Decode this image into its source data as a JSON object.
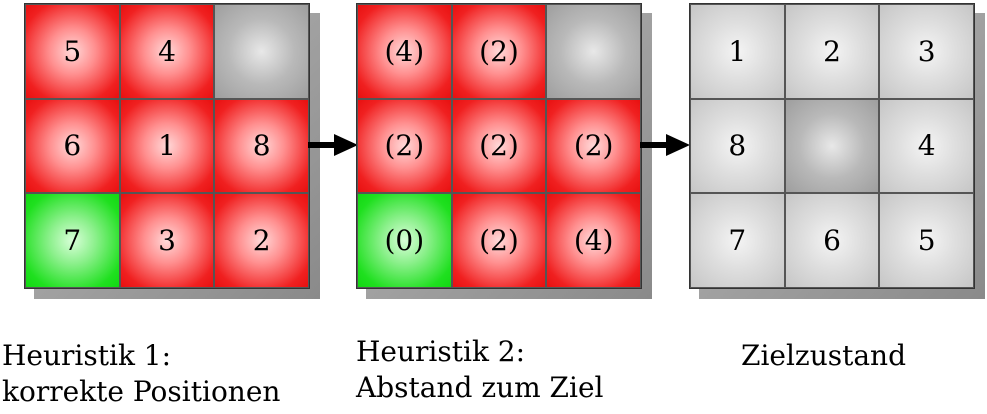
{
  "boards": [
    {
      "tiles": [
        {
          "label": "5",
          "color": "red"
        },
        {
          "label": "4",
          "color": "red"
        },
        {
          "label": "",
          "color": "blank"
        },
        {
          "label": "6",
          "color": "red"
        },
        {
          "label": "1",
          "color": "red"
        },
        {
          "label": "8",
          "color": "red"
        },
        {
          "label": "7",
          "color": "green"
        },
        {
          "label": "3",
          "color": "red"
        },
        {
          "label": "2",
          "color": "red"
        }
      ],
      "caption_line1": "Heuristik 1:",
      "caption_line2": "korrekte Positionen"
    },
    {
      "tiles": [
        {
          "label": "(4)",
          "color": "red"
        },
        {
          "label": "(2)",
          "color": "red"
        },
        {
          "label": "",
          "color": "blank"
        },
        {
          "label": "(2)",
          "color": "red"
        },
        {
          "label": "(2)",
          "color": "red"
        },
        {
          "label": "(2)",
          "color": "red"
        },
        {
          "label": "(0)",
          "color": "green"
        },
        {
          "label": "(2)",
          "color": "red"
        },
        {
          "label": "(4)",
          "color": "red"
        }
      ],
      "caption_line1": "Heuristik 2:",
      "caption_line2": "Abstand zum Ziel"
    },
    {
      "tiles": [
        {
          "label": "1",
          "color": "gray"
        },
        {
          "label": "2",
          "color": "gray"
        },
        {
          "label": "3",
          "color": "gray"
        },
        {
          "label": "8",
          "color": "gray"
        },
        {
          "label": "",
          "color": "blank"
        },
        {
          "label": "4",
          "color": "gray"
        },
        {
          "label": "7",
          "color": "gray"
        },
        {
          "label": "6",
          "color": "gray"
        },
        {
          "label": "5",
          "color": "gray"
        }
      ],
      "caption_line1": "Zielzustand",
      "caption_line2": ""
    }
  ]
}
